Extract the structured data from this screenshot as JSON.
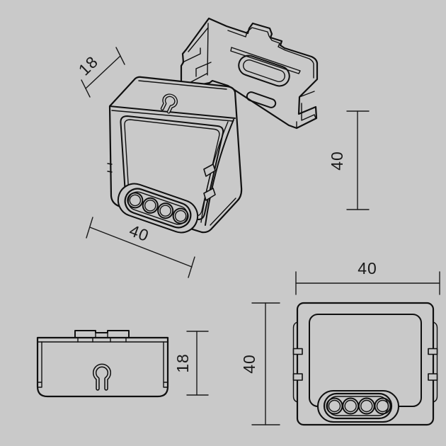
{
  "drawing": {
    "type": "technical-dimension-drawing",
    "colors": {
      "background": "#c9c9c9",
      "line": "#101010",
      "text": "#1a1a1a"
    },
    "views": {
      "module_isometric": {
        "depth_dim": "18",
        "width_dim": "40"
      },
      "bracket_isometric": {
        "height_dim": "40"
      },
      "module_side": {
        "height_dim": "18"
      },
      "module_front": {
        "width_dim": "40",
        "height_dim": "40"
      }
    }
  }
}
